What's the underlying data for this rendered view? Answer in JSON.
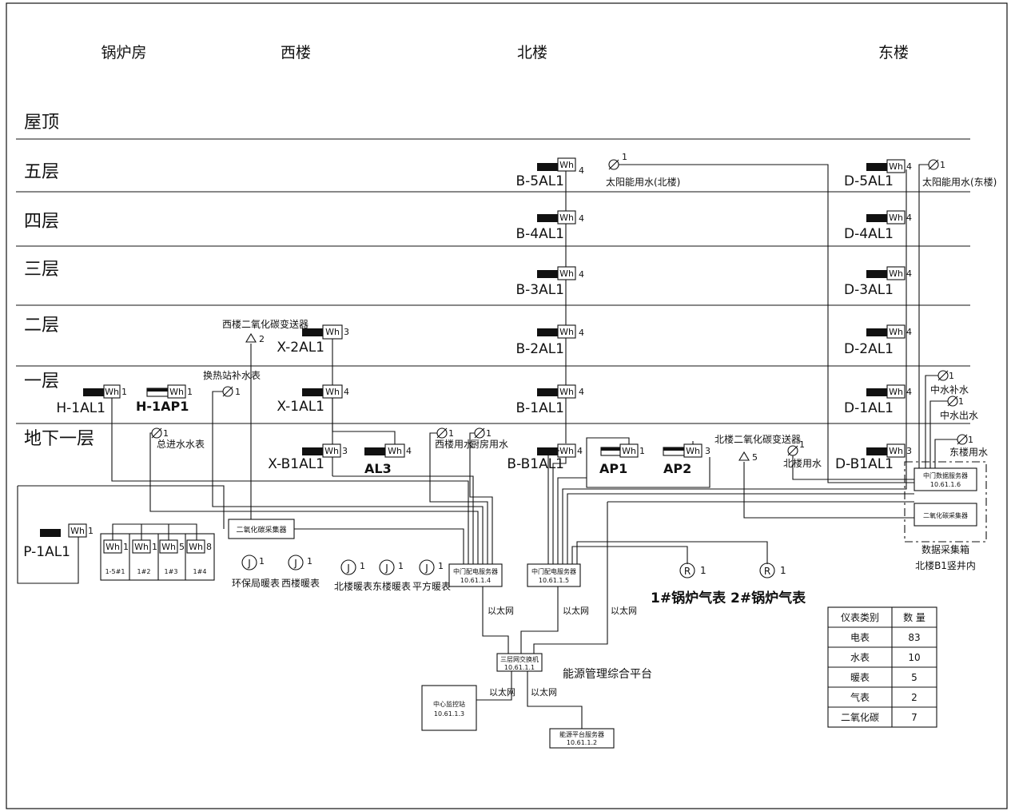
{
  "columns": [
    {
      "id": "boiler",
      "label": "锅炉房"
    },
    {
      "id": "west",
      "label": "西楼"
    },
    {
      "id": "north",
      "label": "北楼"
    },
    {
      "id": "east",
      "label": "东楼"
    }
  ],
  "floors": [
    "屋顶",
    "五层",
    "四层",
    "三层",
    "二层",
    "一层",
    "地下一层"
  ],
  "wh_label": "Wh",
  "north_meters": [
    {
      "name": "B-5AL1",
      "count": "4"
    },
    {
      "name": "B-4AL1",
      "count": "4"
    },
    {
      "name": "B-3AL1",
      "count": "4"
    },
    {
      "name": "B-2AL1",
      "count": "4"
    },
    {
      "name": "B-1AL1",
      "count": "4"
    },
    {
      "name": "B-B1AL1",
      "count": "4"
    }
  ],
  "east_meters": [
    {
      "name": "D-5AL1",
      "count": "4"
    },
    {
      "name": "D-4AL1",
      "count": "4"
    },
    {
      "name": "D-3AL1",
      "count": "4"
    },
    {
      "name": "D-2AL1",
      "count": "4"
    },
    {
      "name": "D-1AL1",
      "count": "4"
    },
    {
      "name": "D-B1AL1",
      "count": "3"
    }
  ],
  "west_meters": [
    {
      "name": "X-2AL1",
      "count": "3"
    },
    {
      "name": "X-1AL1",
      "count": "4"
    },
    {
      "name": "X-B1AL1",
      "count": "3"
    },
    {
      "name": "AL3",
      "count": "4"
    }
  ],
  "boiler_meters": [
    {
      "name": "H-1AL1",
      "count": "1"
    },
    {
      "name": "H-1AP1",
      "count": "1"
    },
    {
      "name": "P-1AL1",
      "count": "1"
    }
  ],
  "north_b1_extra": [
    {
      "name": "AP1",
      "count": "1"
    },
    {
      "name": "AP2",
      "count": "3"
    }
  ],
  "p1_sub_meters": [
    {
      "count": "1",
      "tag": "1-5#1"
    },
    {
      "count": "1",
      "tag": "1#2"
    },
    {
      "count": "5",
      "tag": "1#3"
    },
    {
      "count": "8",
      "tag": "1#4"
    }
  ],
  "water_meters": [
    {
      "label": "太阳能用水(北楼)",
      "count": "1"
    },
    {
      "label": "太阳能用水(东楼)",
      "count": "1"
    },
    {
      "label": "换热站补水表",
      "count": "1"
    },
    {
      "label": "总进水水表",
      "count": "1"
    },
    {
      "label": "西楼用水",
      "count": "1"
    },
    {
      "label": "厨房用水",
      "count": "1"
    },
    {
      "label": "北楼用水",
      "count": "1"
    },
    {
      "label": "中水补水",
      "count": "1"
    },
    {
      "label": "中水出水",
      "count": "1"
    },
    {
      "label": "东楼用水",
      "count": "1"
    }
  ],
  "co2_transmitters": [
    {
      "label": "西楼二氧化碳变送器",
      "count": "2"
    },
    {
      "label": "北楼二氧化碳变送器",
      "count": "5"
    }
  ],
  "heat_meters": [
    {
      "label": "环保局暖表",
      "count": "1"
    },
    {
      "label": "西楼暖表",
      "count": "1"
    },
    {
      "label": "北楼暖表",
      "count": "1"
    },
    {
      "label": "东楼暖表",
      "count": "1"
    },
    {
      "label": "平方暖表",
      "count": "1"
    }
  ],
  "gas_meters": [
    {
      "symbol": "R",
      "count": "1"
    },
    {
      "symbol": "R",
      "count": "1"
    }
  ],
  "gas_caption": "1#锅炉气表  2#锅炉气表",
  "symbols": {
    "heat": "J",
    "water": "∅",
    "co2": "▲"
  },
  "boxes": {
    "co2_collector": "二氧化碳采集器",
    "data_server_1": "中门配电服务器",
    "data_server_1_ip": "10.61.1.4",
    "data_server_2": "中门配电服务器",
    "data_server_2_ip": "10.61.1.5",
    "core_switch": "三层网交换机",
    "core_switch_ip": "10.61.1.1",
    "workstation": "中心监控站",
    "workstation_ip": "10.61.1.3",
    "app_server": "能源平台服务器",
    "app_server_ip": "10.61.1.2",
    "east_server": "中门数据服务器",
    "east_server_ip": "10.61.1.6",
    "east_collector": "二氧化碳采集器"
  },
  "ethernet": "以太网",
  "platform_label": "能源管理综合平台",
  "east_cabinet": {
    "line1": "数据采集箱",
    "line2": "北楼B1竖井内"
  },
  "summary_table": {
    "headers": [
      "仪表类别",
      "数 量"
    ],
    "rows": [
      [
        "电表",
        "83"
      ],
      [
        "水表",
        "10"
      ],
      [
        "暖表",
        "5"
      ],
      [
        "气表",
        "2"
      ],
      [
        "二氧化碳",
        "7"
      ]
    ]
  }
}
